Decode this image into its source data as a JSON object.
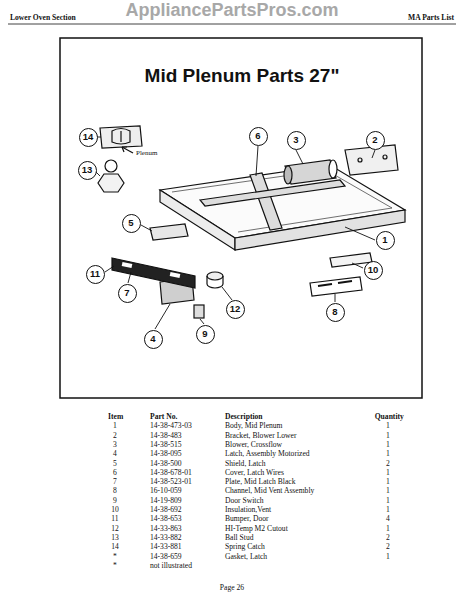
{
  "diagram": {
    "title": "Mid Plenum Parts 27\"",
    "nodes": [
      {
        "text": [
          "14"
        ]
      },
      {
        "text": [
          "13"
        ]
      },
      {
        "text": [
          "6"
        ]
      },
      {
        "text": [
          "3"
        ]
      },
      {
        "text": [
          "2"
        ]
      },
      {
        "text": [
          "5"
        ]
      },
      {
        "text": [
          "1"
        ]
      },
      {
        "text": [
          "11"
        ]
      },
      {
        "text": [
          "10"
        ]
      },
      {
        "text": [
          "7"
        ]
      },
      {
        "text": [
          "12"
        ]
      },
      {
        "text": [
          "8"
        ]
      },
      {
        "text": [
          "4"
        ]
      },
      {
        "text": [
          "9"
        ]
      }
    ],
    "labels": [
      "AppliancePartsPros.com",
      "Lower Oven Section",
      "MA Parts List",
      "Plenum",
      "Item",
      "Part No.",
      "Description",
      "Quantity",
      "1",
      "14-38-473-03",
      "Body, Mid Plenum",
      "1",
      "2",
      "14-38-483",
      "Bracket, Blower Lower",
      "1",
      "3",
      "14-38-515",
      "Blower, Crossflow",
      "1",
      "4",
      "14-38-095",
      "Latch, Assembly Motorized",
      "1",
      "5",
      "14-38-500",
      "Shield, Latch",
      "2",
      "6",
      "14-38-678-01",
      "Cover, Latch Wires",
      "1",
      "7",
      "14-38-523-01",
      "Plate, Mid Latch Black",
      "1",
      "8",
      "16-10-059",
      "Channel, Mid Vent Assembly",
      "1",
      "9",
      "14-19-809",
      "Door Switch",
      "1",
      "10",
      "14-38-692",
      "Insulation,Vent",
      "1",
      "11",
      "14-38-653",
      "Bumper, Door",
      "4",
      "12",
      "14-33-863",
      "HI-Temp M2 Cutout",
      "1",
      "13",
      "14-33-882",
      "Ball Stud",
      "2",
      "14",
      "14-33-881",
      "Spring Catch",
      "2",
      "*",
      "14-38-659",
      "Gasket, Latch",
      "1",
      "*",
      "not illustrated",
      "Page 26"
    ]
  }
}
